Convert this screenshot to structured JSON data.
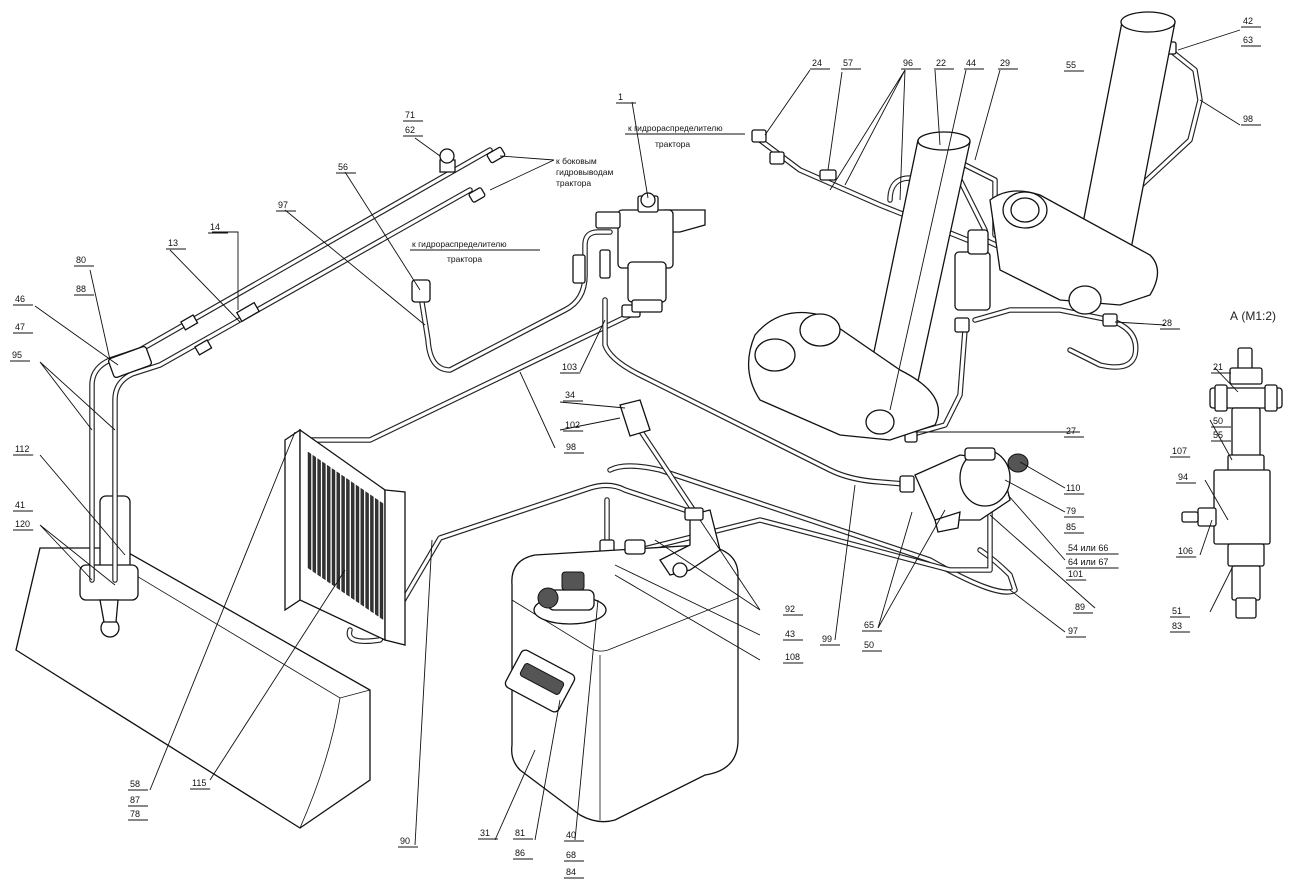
{
  "labels": {
    "to_distributor_top": "к гидрораспределителю",
    "tractor_top": "трактора",
    "to_side_outlets": "к боковым",
    "side_outlets_2": "гидровыводам",
    "tractor_side": "трактора",
    "to_distributor_mid": "к гидрораспределителю",
    "tractor_mid": "трактора"
  },
  "view_title": "А (М1:2)",
  "callouts": {
    "c1": "1",
    "c24": "24",
    "c57": "57",
    "c96": "96",
    "c22": "22",
    "c44": "44",
    "c29": "29",
    "c55a": "55",
    "c42": "42",
    "c63": "63",
    "c98a": "98",
    "c71": "71",
    "c62": "62",
    "c56": "56",
    "c97a": "97",
    "c80": "80",
    "c88": "88",
    "c13": "13",
    "c14": "14",
    "c46": "46",
    "c47": "47",
    "c95": "95",
    "c112": "112",
    "c41": "41",
    "c120": "120",
    "c103": "103",
    "c34": "34",
    "c102": "102",
    "c98b": "98",
    "c28": "28",
    "c27": "27",
    "c110": "110",
    "c79": "79",
    "c85": "85",
    "c54": "54 или 66",
    "c64": "64 или 67",
    "c101": "101",
    "c89": "89",
    "c97b": "97",
    "c65": "65",
    "c50a": "50",
    "c99": "99",
    "c92": "92",
    "c43": "43",
    "c108": "108",
    "c58": "58",
    "c87": "87",
    "c78": "78",
    "c115": "115",
    "c90": "90",
    "c31": "31",
    "c81": "81",
    "c86": "86",
    "c40": "40",
    "c68": "68",
    "c84": "84",
    "c21": "21",
    "c50b": "50",
    "c55b": "55",
    "c107": "107",
    "c94": "94",
    "c106": "106",
    "c51": "51",
    "c83": "83"
  }
}
